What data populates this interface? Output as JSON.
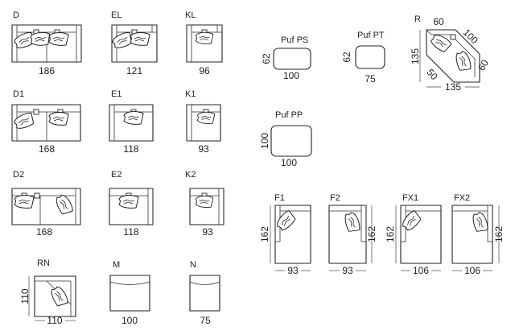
{
  "modules": {
    "D": {
      "code": "D",
      "width": "186"
    },
    "EL": {
      "code": "EL",
      "width": "121"
    },
    "KL": {
      "code": "KL",
      "width": "96"
    },
    "D1": {
      "code": "D1",
      "width": "168"
    },
    "E1": {
      "code": "E1",
      "width": "118"
    },
    "K1": {
      "code": "K1",
      "width": "93"
    },
    "D2": {
      "code": "D2",
      "width": "168"
    },
    "E2": {
      "code": "E2",
      "width": "118"
    },
    "K2": {
      "code": "K2",
      "width": "93"
    },
    "RN": {
      "code": "RN",
      "width": "110",
      "depth": "110"
    },
    "M": {
      "code": "M",
      "width": "100"
    },
    "N": {
      "code": "N",
      "width": "75"
    },
    "PufPS": {
      "code": "Puf PS",
      "width": "100",
      "depth": "62"
    },
    "PufPT": {
      "code": "Puf PT",
      "width": "75",
      "depth": "62"
    },
    "PufPP": {
      "code": "Puf PP",
      "width": "100",
      "depth": "100"
    },
    "R": {
      "code": "R",
      "a": "60",
      "b": "100",
      "c": "60",
      "d": "50",
      "depth": "135",
      "width": "135"
    },
    "F1": {
      "code": "F1",
      "width": "93",
      "depth": "162"
    },
    "F2": {
      "code": "F2",
      "width": "93",
      "depth": "162"
    },
    "FX1": {
      "code": "FX1",
      "width": "106",
      "depth": "162"
    },
    "FX2": {
      "code": "FX2",
      "width": "106",
      "depth": "162"
    }
  }
}
